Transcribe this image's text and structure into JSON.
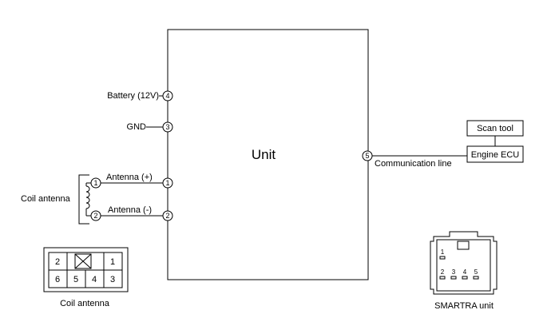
{
  "unit": {
    "label": "Unit"
  },
  "pins_left": [
    {
      "number": "4",
      "label": "Battery (12V)"
    },
    {
      "number": "3",
      "label": "GND"
    },
    {
      "number": "1",
      "label": "Antenna (+)"
    },
    {
      "number": "2",
      "label": "Antenna (-)"
    }
  ],
  "pin_right": {
    "number": "5",
    "label": "Communication line"
  },
  "engine_ecu": {
    "label": "Engine ECU"
  },
  "scan_tool": {
    "label": "Scan tool"
  },
  "coil_antenna": {
    "label": "Coil antenna",
    "pin_plus": "1",
    "pin_minus": "2"
  },
  "coil_connector": {
    "caption": "Coil antenna",
    "top_row": [
      "2",
      "",
      "1"
    ],
    "bottom_row": [
      "6",
      "5",
      "4",
      "3"
    ]
  },
  "smartra_connector": {
    "caption": "SMARTRA unit",
    "pin_top": "1",
    "pins_bottom": [
      "2",
      "3",
      "4",
      "5"
    ]
  }
}
